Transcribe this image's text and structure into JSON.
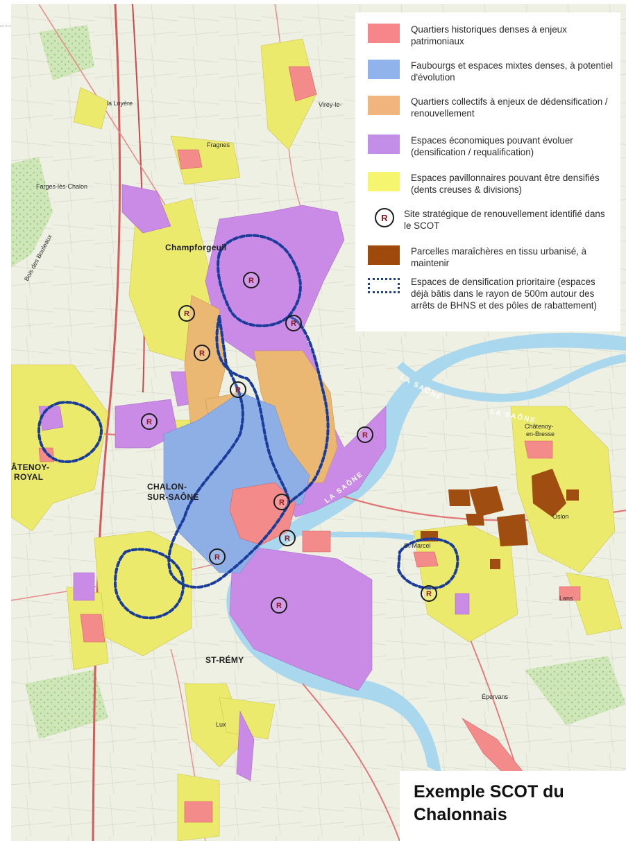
{
  "map": {
    "places": [
      {
        "name": "CHALON-",
        "kind": "big"
      },
      {
        "name": "SUR-SAÔNE",
        "kind": "big"
      },
      {
        "name": "ST-RÉMY",
        "kind": "big"
      },
      {
        "name": "Champforgeuil",
        "kind": "big"
      },
      {
        "name": "Fragnes",
        "kind": "normal"
      },
      {
        "name": "la Loyère",
        "kind": "normal"
      },
      {
        "name": "Virey-le-",
        "kind": "normal"
      },
      {
        "name": "Farges-lès-Chalon",
        "kind": "normal"
      },
      {
        "name": "ÂTENOY-",
        "kind": "big"
      },
      {
        "name": "ROYAL",
        "kind": "big"
      },
      {
        "name": "Châtenoy-",
        "kind": "normal"
      },
      {
        "name": "en-Bresse",
        "kind": "normal"
      },
      {
        "name": "Oslon",
        "kind": "normal"
      },
      {
        "name": "St-Marcel",
        "kind": "normal"
      },
      {
        "name": "Lans",
        "kind": "normal"
      },
      {
        "name": "Épervans",
        "kind": "normal"
      },
      {
        "name": "Lux",
        "kind": "normal"
      },
      {
        "name": "Bois des Bouleaux",
        "kind": "normal"
      }
    ],
    "rivers": [
      "LA SAÔNE",
      "LA SAÔNE",
      "LA SAÔNE"
    ],
    "strategic_site_letter": "R",
    "colors": {
      "historic": "#f38b8b",
      "faubourgs": "#8eaee6",
      "collectifs": "#ebb874",
      "economic": "#c98be6",
      "pavillonnaire": "#ecea6c",
      "maraicher": "#a04d12",
      "densification_outline": "#1a3c9a",
      "river": "#a9d8ee"
    }
  },
  "legend": {
    "items": [
      {
        "label": "Quartiers historiques denses à enjeux patrimoniaux",
        "color": "#f7868a",
        "kind": "fill"
      },
      {
        "label": "Faubourgs et espaces mixtes denses, à potentiel d'évolution",
        "color": "#8fb3ea",
        "kind": "fill"
      },
      {
        "label": "Quartiers collectifs à enjeux de dédensification / renouvellement",
        "color": "#f0b47d",
        "kind": "fill"
      },
      {
        "label": "Espaces économiques pouvant évoluer (densification / requalification)",
        "color": "#c28ee8",
        "kind": "fill"
      },
      {
        "label": "Espaces pavillonnaires pouvant être densifiés (dents creuses & divisions)",
        "color": "#f6f56f",
        "kind": "fill"
      },
      {
        "label": "Site stratégique de renouvellement identifié dans le SCOT",
        "color": "#8a1a22",
        "kind": "site",
        "symbol": "R"
      },
      {
        "label": "Parcelles maraîchères en tissu urbanisé, à maintenir",
        "color": "#9f4a0c",
        "kind": "fill"
      },
      {
        "label": "Espaces de densification prioritaire (espaces déjà bâtis dans le rayon de 500m autour des arrêts de BHNS et des pôles de rabattement)",
        "color": "#1f3f8a",
        "kind": "dash"
      }
    ]
  },
  "caption": {
    "line1": "Exemple SCOT du",
    "line2": "Chalonnais"
  }
}
